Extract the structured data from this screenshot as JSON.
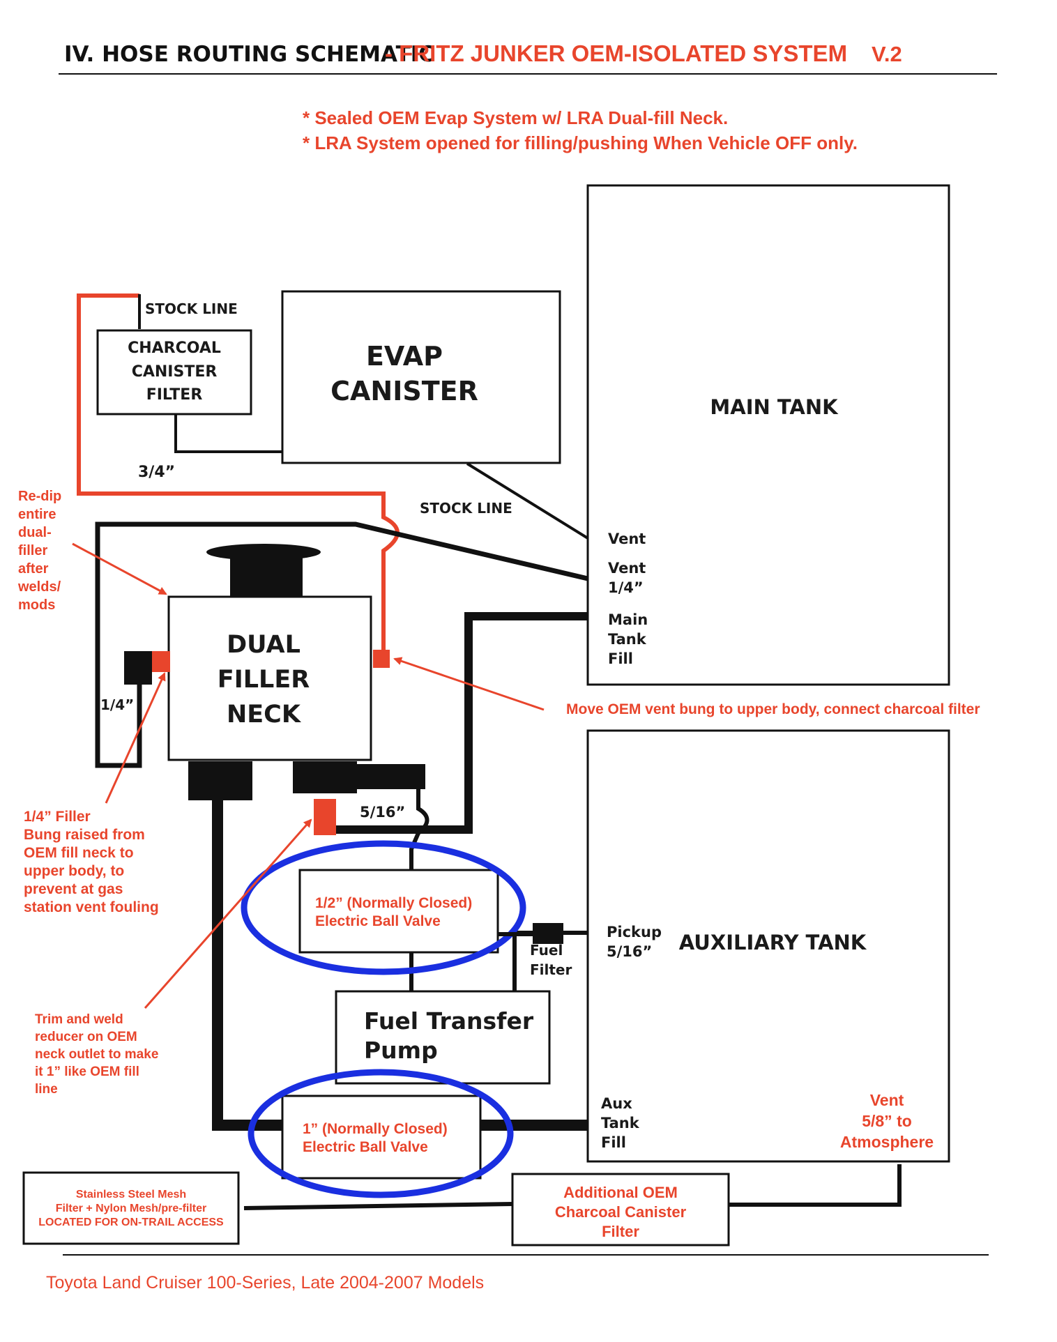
{
  "header": {
    "section": "IV.  HOSE ROUTING SCHEMATIC",
    "dash_title": "- FRITZ JUNKER OEM-ISOLATED SYSTEM",
    "version": "V.2"
  },
  "subtitle_notes": [
    "* Sealed OEM Evap System w/ LRA Dual-fill Neck.",
    "* LRA System opened for filling/pushing When Vehicle OFF only."
  ],
  "boxes": {
    "stock_line_top": "STOCK LINE",
    "charcoal_filter": [
      "CHARCOAL",
      "CANISTER",
      "FILTER"
    ],
    "evap_canister": [
      "EVAP",
      "CANISTER"
    ],
    "main_tank": "MAIN TANK",
    "dual_filler_neck": [
      "DUAL",
      "FILLER",
      "NECK"
    ],
    "ball_valve_half": [
      "1/2” (Normally Closed)",
      "Electric Ball Valve"
    ],
    "fuel_transfer_pump": [
      "Fuel Transfer",
      "Pump"
    ],
    "ball_valve_one": [
      "1” (Normally Closed)",
      "Electric Ball Valve"
    ],
    "auxiliary_tank": "AUXILIARY TANK",
    "mesh_filter": [
      "Stainless Steel Mesh",
      "Filter + Nylon Mesh/pre-filter",
      "LOCATED FOR ON-TRAIL ACCESS"
    ],
    "oem_charcoal_filter": [
      "Additional OEM",
      "Charcoal Canister",
      "Filter"
    ]
  },
  "line_labels": {
    "three_quarter": "3/4”",
    "stock_line_mid": "STOCK LINE",
    "vent": "Vent",
    "vent_quarter": [
      "Vent",
      "1/4”"
    ],
    "main_tank_fill": [
      "Main",
      "Tank",
      "Fill"
    ],
    "quarter_left": "1/4”",
    "five_sixteenths": "5/16”",
    "fuel_filter": [
      "Fuel",
      "Filter"
    ],
    "pickup": [
      "Pickup",
      "5/16”"
    ],
    "aux_tank_fill": [
      "Aux",
      "Tank",
      "Fill"
    ],
    "vent_atmosphere": [
      "Vent",
      "5/8” to",
      "Atmosphere"
    ]
  },
  "annotations": {
    "redip": [
      "Re-dip",
      "entire",
      "dual-",
      "filler",
      "after",
      "welds/",
      "mods"
    ],
    "move_vent": "Move OEM vent bung to upper body, connect charcoal filter",
    "filler_bung": [
      "1/4” Filler",
      "Bung raised from",
      "OEM fill neck to",
      "upper body, to",
      "prevent at gas",
      "station vent fouling"
    ],
    "trim_weld": [
      "Trim and weld",
      "reducer on OEM",
      "neck outlet to make",
      "it 1” like OEM fill",
      "line"
    ]
  },
  "footer": "Toyota Land Cruiser 100-Series, Late 2004-2007 Models",
  "colors": {
    "accent_red": "#e8452c",
    "ink": "#111111",
    "highlight_blue": "#1a2fe0"
  },
  "icon_names": [
    "arrow-icon",
    "highlight-ellipse"
  ]
}
